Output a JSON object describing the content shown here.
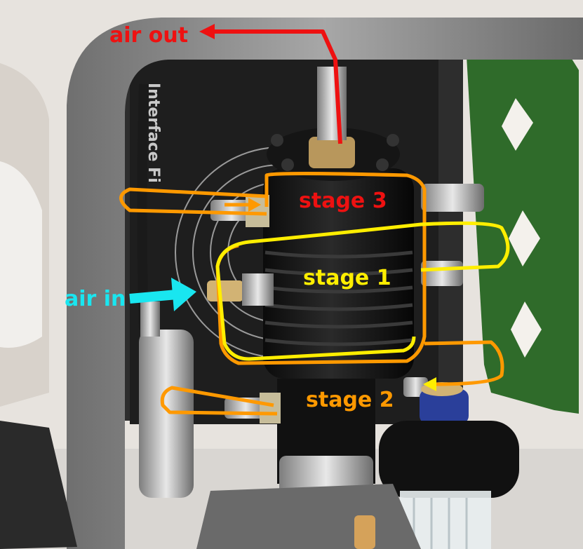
{
  "labels": {
    "air_out": "air out",
    "stage_3": "stage 3",
    "stage_1": "stage 1",
    "air_in": "air in",
    "stage_2": "stage 2"
  },
  "colors": {
    "air_out": "#ee1111",
    "stage_3": "#ee1111",
    "stage_1": "#ffee00",
    "air_in": "#19e6f0",
    "stage_2": "#ff9900",
    "frame_gray": "#8c8c8c",
    "cylinder_black": "#141414",
    "green_panel": "#2f6b2a"
  },
  "frame_text": "Interface Fi"
}
